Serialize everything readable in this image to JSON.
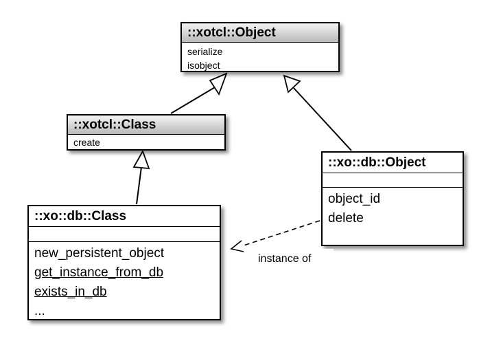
{
  "diagram": {
    "classes": [
      {
        "id": "xotcl_object",
        "name": "::xotcl::Object",
        "attributes": [],
        "operations": [
          "serialize",
          "isobject"
        ],
        "abstract_style": true
      },
      {
        "id": "xotcl_class",
        "name": "::xotcl::Class",
        "attributes": [],
        "operations": [
          "create"
        ],
        "abstract_style": true
      },
      {
        "id": "xodb_object",
        "name": "::xo::db::Object",
        "attributes": [],
        "operations": [
          "object_id",
          "delete"
        ]
      },
      {
        "id": "xodb_class",
        "name": "::xo::db::Class",
        "attributes": [],
        "operations": [
          "new_persistent_object",
          "get_instance_from_db",
          "exists_in_db",
          "..."
        ],
        "static_operations": [
          "get_instance_from_db",
          "exists_in_db"
        ]
      }
    ],
    "relations": [
      {
        "type": "generalization",
        "from": "xotcl_class",
        "to": "xotcl_object"
      },
      {
        "type": "generalization",
        "from": "xodb_object",
        "to": "xotcl_object"
      },
      {
        "type": "generalization",
        "from": "xodb_class",
        "to": "xotcl_class"
      },
      {
        "type": "dependency",
        "from": "xodb_object",
        "to": "xodb_class",
        "label": "instance of"
      }
    ],
    "colors": {
      "border": "#000000",
      "background": "#ffffff",
      "header_gradient_top": "#f4f4f4",
      "header_gradient_bottom": "#b9b9b9"
    }
  }
}
